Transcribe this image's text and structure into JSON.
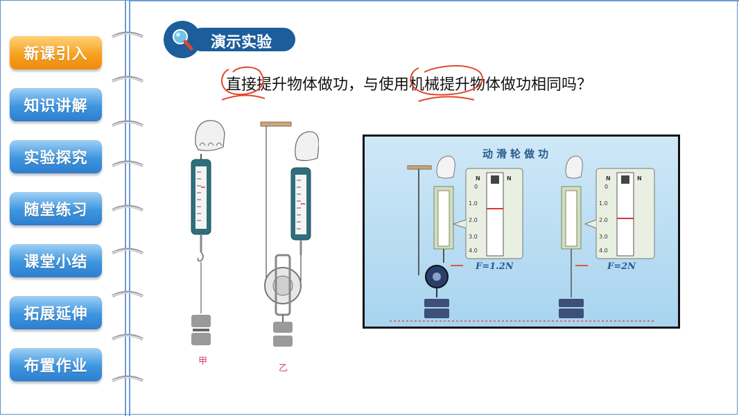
{
  "sidebar": {
    "items": [
      {
        "label": "新课引入",
        "active": true
      },
      {
        "label": "知识讲解",
        "active": false
      },
      {
        "label": "实验探究",
        "active": false
      },
      {
        "label": "随堂练习",
        "active": false
      },
      {
        "label": "课堂小结",
        "active": false
      },
      {
        "label": "拓展延伸",
        "active": false
      },
      {
        "label": "布置作业",
        "active": false
      }
    ]
  },
  "section": {
    "title": "演示实验",
    "icon": "magnifier-icon"
  },
  "question": {
    "text": "直接提升物体做功，与使用机械提升物体做功相同吗？"
  },
  "figure_labels": {
    "left": "甲",
    "right": "乙"
  },
  "photo": {
    "title": "动滑轮做功",
    "force_left": "F=1.2N",
    "force_right": "F=2N",
    "scale_unit": "N",
    "scale_ticks": [
      "0",
      "1.0",
      "2.0",
      "3.0",
      "4.0"
    ]
  },
  "colors": {
    "accent_blue": "#1c5d9c",
    "nav_blue": "#3d95e0",
    "nav_active": "#f7a21f",
    "annotation_red": "#e2452a"
  }
}
